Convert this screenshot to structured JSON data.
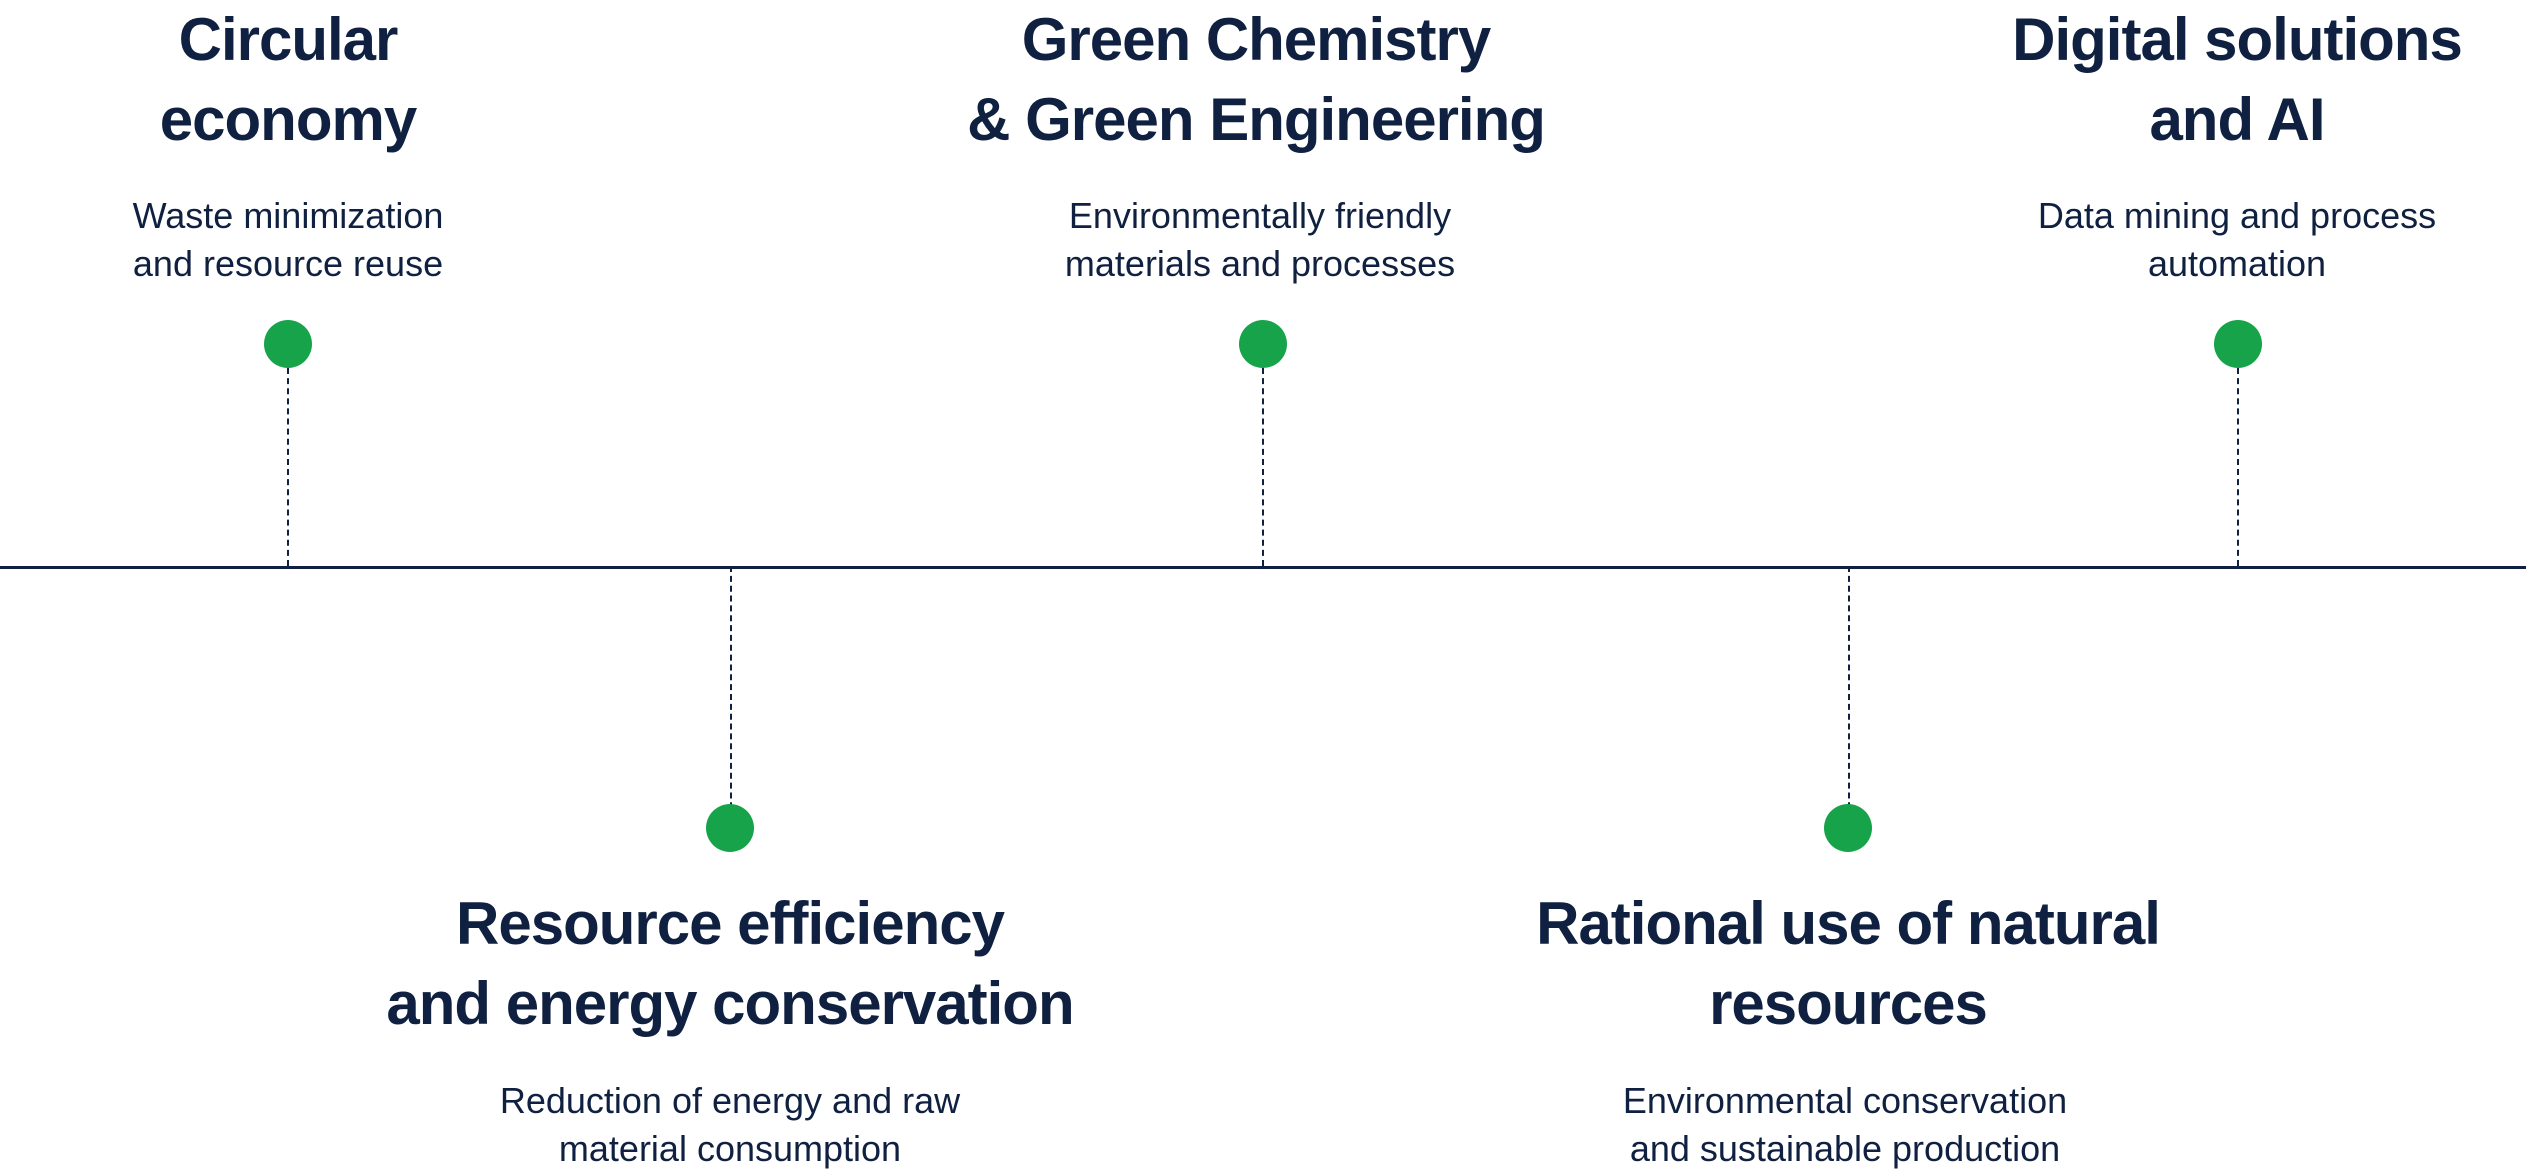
{
  "colors": {
    "dot": "#16a34a",
    "text": "#0f2040",
    "line": "#0f2040"
  },
  "items": [
    {
      "position": "above",
      "title": [
        "Circular",
        "economy"
      ],
      "description": [
        "Waste minimization",
        "and resource reuse"
      ]
    },
    {
      "position": "below",
      "title": [
        "Resource efficiency",
        "and energy conservation"
      ],
      "description": [
        "Reduction of energy and raw",
        "material consumption"
      ]
    },
    {
      "position": "above",
      "title": [
        "Green Chemistry",
        "& Green Engineering"
      ],
      "description": [
        "Environmentally friendly",
        "materials and processes"
      ]
    },
    {
      "position": "below",
      "title": [
        "Rational use of natural",
        "resources"
      ],
      "description": [
        "Environmental conservation",
        "and sustainable production"
      ]
    },
    {
      "position": "above",
      "title": [
        "Digital solutions",
        "and AI"
      ],
      "description": [
        "Data mining and process",
        "automation"
      ]
    }
  ]
}
